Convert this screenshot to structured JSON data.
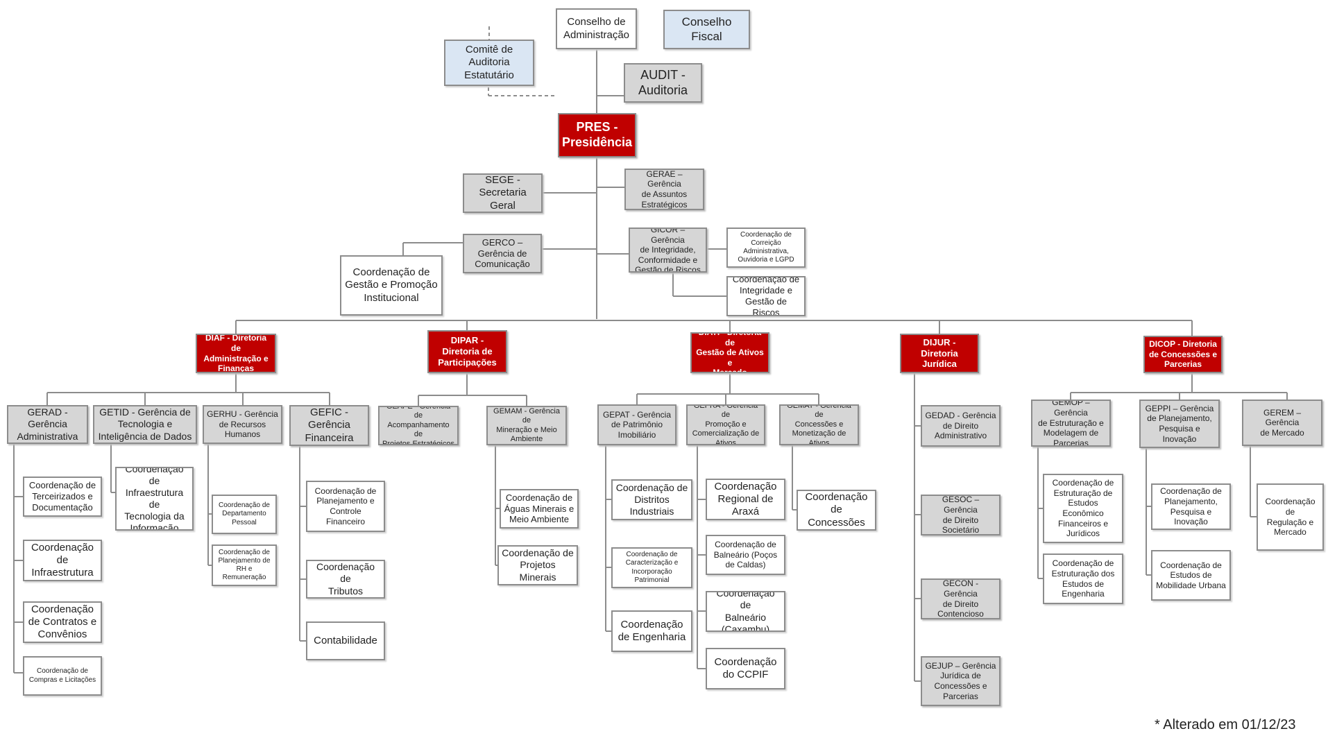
{
  "chart": {
    "nodes": {
      "conselho_adm": "Conselho de\nAdministração",
      "conselho_fiscal": "Conselho\nFiscal",
      "comite_auditoria": "Comitê de\nAuditoria\nEstatutário",
      "audit": "AUDIT -\nAuditoria",
      "pres": "PRES -\nPresidência",
      "sege": "SEGE -\nSecretaria\nGeral",
      "gerae": "GERAE – Gerência\nde Assuntos\nEstratégicos",
      "gerco": "GERCO –\nGerência de\nComunicação",
      "coord_gestao_promocao": "Coordenação de\nGestão e Promoção\nInstitucional",
      "gicor": "GICOR – Gerência\nde Integridade,\nConformidade e\nGestão de Riscos",
      "coord_correicao": "Coordenação de\nCorreição\nAdministrativa,\nOuvidoria e LGPD",
      "coord_integridade": "Coordenação de\nIntegridade e\nGestão de Riscos",
      "diaf": "DIAF - Diretoria de\nAdministração e\nFinanças",
      "dipar": "DIPAR -\nDiretoria de\nParticipações",
      "diati": "DIATI - Diretoria de\nGestão de Ativos e\nMercado",
      "dijur": "DIJUR - Diretoria\nJurídica",
      "dicop": "DICOP - Diretoria\nde Concessões e\nParcerias",
      "gerad": "GERAD -\nGerência\nAdministrativa",
      "getid": "GETID - Gerência de\nTecnologia e\nInteligência de Dados",
      "gerhu": "GERHU - Gerência\nde Recursos\nHumanos",
      "gefic": "GEFIC -\nGerência\nFinanceira",
      "coord_terceirizados": "Coordenação de\nTerceirizados e\nDocumentação",
      "coord_infraestrutura": "Coordenação\nde\nInfraestrutura",
      "coord_contratos": "Coordenação\nde Contratos e\nConvênios",
      "coord_compras": "Coordenação de\nCompras e Licitações",
      "coord_infra_ti": "Coordenação de\nInfraestrutura de\nTecnologia da\nInformação",
      "coord_depto_pessoal": "Coordenação de\nDepartamento\nPessoal",
      "coord_plan_rh": "Coordenação de\nPlanejamento de\nRH e\nRemuneração",
      "coord_plan_financeiro": "Coordenação de\nPlanejamento e\nControle\nFinanceiro",
      "coord_tributos": "Coordenação de\nTributos",
      "contabilidade": "Contabilidade",
      "geape": "GEAPE - Gerência de\nAcompanhamento de\nProjetos Estratégicos",
      "gemam": "GEMAM - Gerência de\nMineração e Meio\nAmbiente",
      "coord_aguas": "Coordenação de\nÁguas Minerais e\nMeio Ambiente",
      "coord_projetos_minerais": "Coordenação de\nProjetos\nMinerais",
      "gepat": "GEPAT - Gerência\nde Patrimônio\nImobiliário",
      "gepra": "GEPRA - Gerência de\nPromoção e\nComercialização de\nAtivos",
      "gemat": "GEMAT - Gerência de\nConcessões e\nMonetização de Ativos",
      "coord_distritos": "Coordenação de\nDistritos\nIndustriais",
      "coord_caracterizacao": "Coordenação de\nCaracterização e\nIncorporação\nPatrimonial",
      "coord_engenharia": "Coordenação\nde Engenharia",
      "coord_araxa": "Coordenação\nRegional de\nAraxá",
      "coord_pocos": "Coordenação de\nBalneário (Poços\nde Caldas)",
      "coord_caxambu": "Coordenação de\nBalneário\n(Caxambu)",
      "coord_ccpif": "Coordenação\ndo CCPIF",
      "coord_concessoes": "Coordenação\nde Concessões",
      "gedad": "GEDAD - Gerência\nde Direito\nAdministrativo",
      "gesoc": "GESOC – Gerência\nde Direito\nSocietário",
      "gecon": "GECON - Gerência\nde Direito\nContencioso",
      "gejup": "GEJUP – Gerência\nJurídica de\nConcessões e\nParcerias",
      "gemop": "GEMOP – Gerência\nde Estruturação e\nModelagem de\nParcerias",
      "geppi": "GEPPI – Gerência\nde Planejamento,\nPesquisa e\nInovação",
      "gerem": "GEREM – Gerência\nde Mercado",
      "coord_estudos_economico": "Coordenação de\nEstruturação de\nEstudos Econômico\nFinanceiros e\nJurídicos",
      "coord_estudos_engenharia": "Coordenação de\nEstruturação dos\nEstudos de\nEngenharia",
      "coord_plan_pesquisa": "Coordenação de\nPlanejamento,\nPesquisa e\nInovação",
      "coord_mobilidade": "Coordenação de\nEstudos de\nMobilidade Urbana",
      "coord_regulacao": "Coordenação de\nRegulação e\nMercado"
    },
    "footnote": "* Alterado em 01/12/23"
  },
  "colors": {
    "directorate_fill": "#c00000",
    "unit_gray_fill": "#d6d6d6",
    "council_blue_fill": "#dae6f3",
    "white_fill": "#ffffff",
    "connector": "#8c8c8c"
  }
}
